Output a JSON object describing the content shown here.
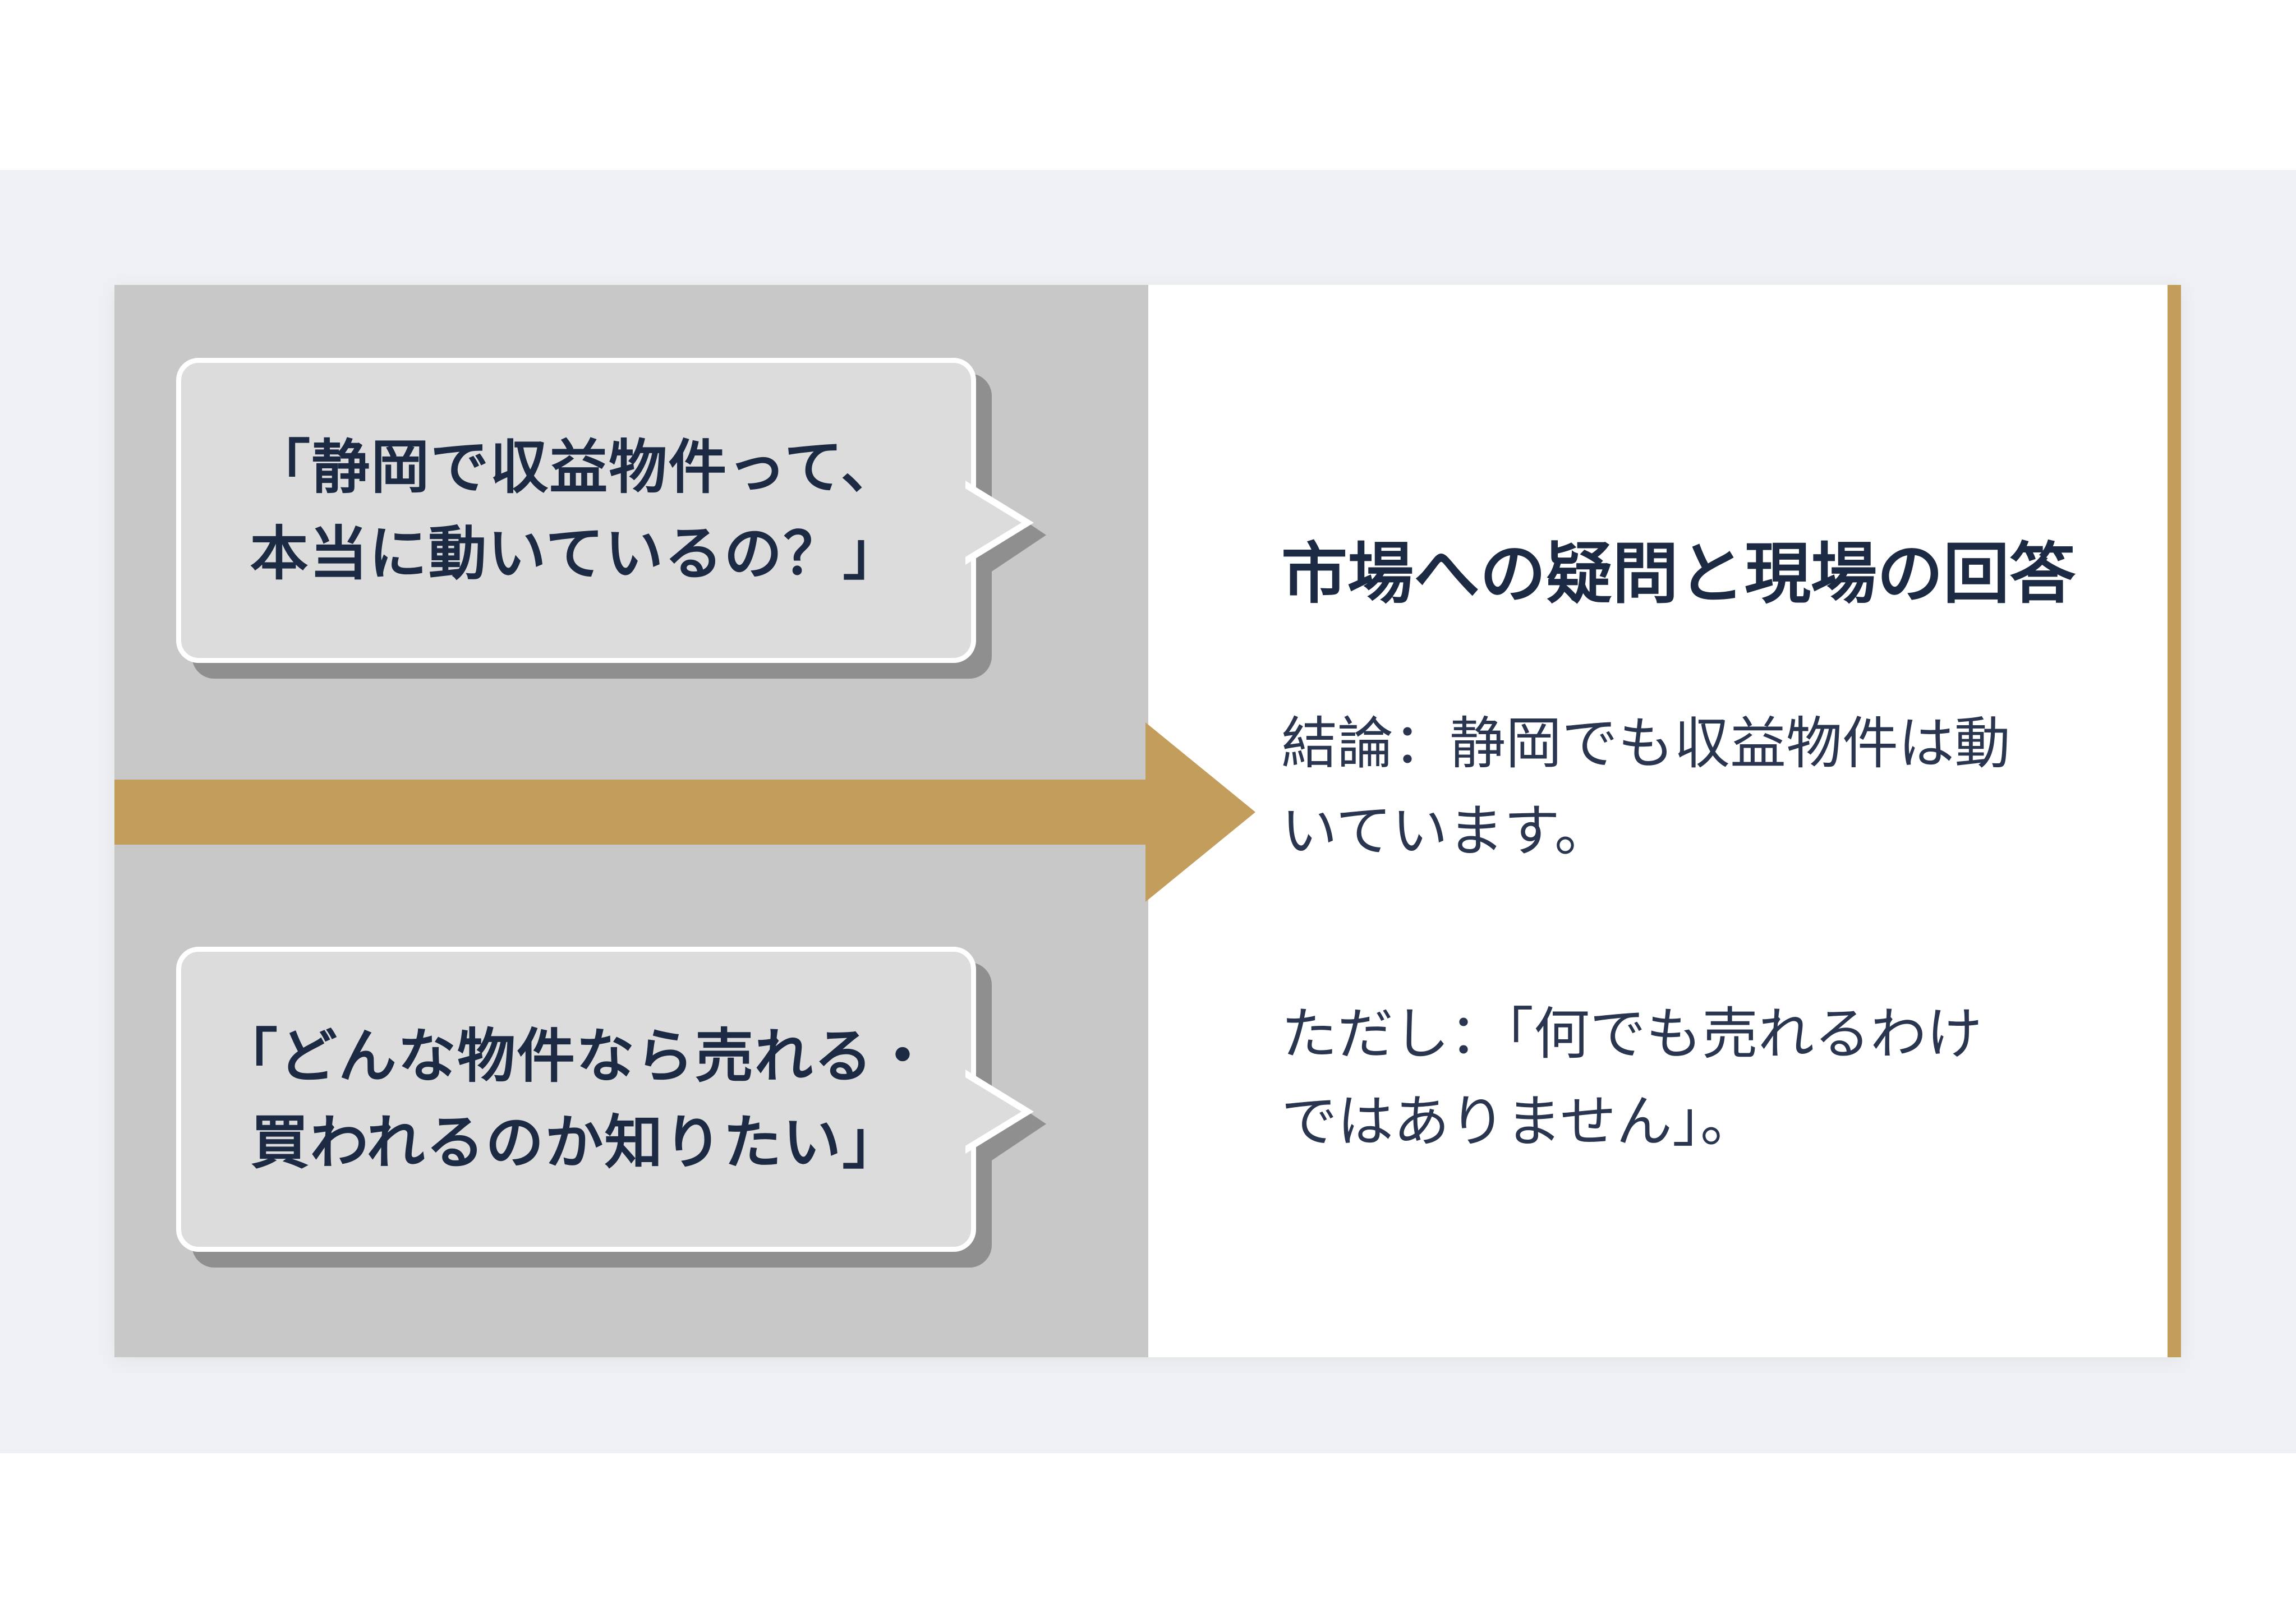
{
  "left_panel": {
    "bubbles": [
      {
        "lines": [
          "「静岡で収益物件って、",
          "本当に動いているの？」"
        ]
      },
      {
        "lines": [
          "「どんな物件なら売れる・",
          "買われるのか知りたい」"
        ]
      }
    ]
  },
  "right_panel": {
    "title": "市場への疑問と現場の回答",
    "conclusion_lines": [
      "結論：静岡でも収益物件は動",
      "いています。"
    ],
    "caveat_lines": [
      "ただし：「何でも売れるわけ",
      "ではありません」。"
    ]
  },
  "colors": {
    "accent": "#c29d5b",
    "navy": "#1c2a44",
    "panel_gray": "#c8c8c8",
    "band": "#eef0f4"
  }
}
